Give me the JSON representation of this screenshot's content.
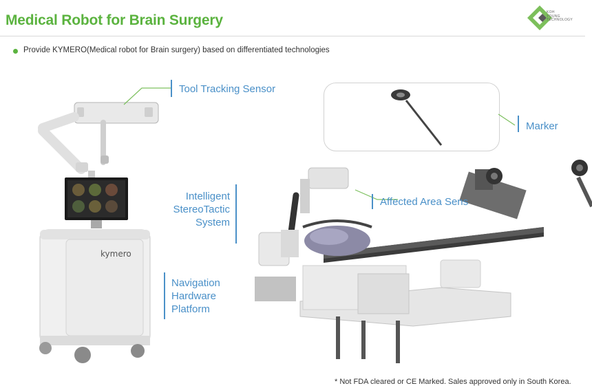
{
  "header": {
    "title": "Medical Robot for Brain Surgery",
    "logo_text": [
      "KOH",
      "YOUNG",
      "TECHNOLOGY"
    ]
  },
  "bullet": "Provide KYMERO(Medical robot for Brain surgery) based on differentiated technologies",
  "callouts": {
    "tool_tracking": "Tool Tracking Sensor",
    "marker": "Marker",
    "stereotactic": [
      "Intelligent",
      "StereoTactic",
      "System"
    ],
    "affected_area": "Affected Area Sens",
    "navigation": [
      "Navigation",
      "Hardware",
      "Platform"
    ]
  },
  "cart_brand": "kymero",
  "footnote": "* Not FDA cleared or CE Marked. Sales approved only in South Korea.",
  "colors": {
    "accent_green": "#5bb33f",
    "callout_blue": "#4a90c8"
  }
}
